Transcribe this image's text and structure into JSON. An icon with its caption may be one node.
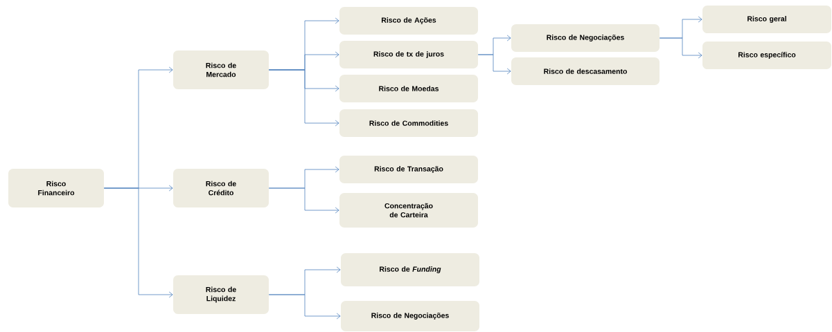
{
  "diagram": {
    "nodes": [
      {
        "text": [
          "Risco Financeiro"
        ]
      },
      {
        "text": [
          "Risco de Mercado"
        ]
      },
      {
        "text": [
          "Risco de Crédito"
        ]
      },
      {
        "text": [
          "Risco de Liquidez"
        ]
      },
      {
        "text": [
          "Risco de Ações"
        ]
      },
      {
        "text": [
          "Risco de tx de juros"
        ]
      },
      {
        "text": [
          "Risco de Moedas"
        ]
      },
      {
        "text": [
          "Risco de Commodities"
        ]
      },
      {
        "text": [
          "Risco de Transação"
        ]
      },
      {
        "text": [
          "Concentração de Carteira"
        ]
      },
      {
        "text": [
          "Risco de *Funding*"
        ]
      },
      {
        "text": [
          "Risco de Negociações"
        ]
      },
      {
        "text": [
          "Risco de Negociações"
        ]
      },
      {
        "text": [
          "Risco de descasamento"
        ]
      },
      {
        "text": [
          "Risco geral"
        ]
      },
      {
        "text": [
          "Risco específico"
        ]
      }
    ],
    "edges": [
      {
        "from": 0,
        "to": 1,
        "arrow": "to"
      },
      {
        "from": 0,
        "to": 2,
        "arrow": "to"
      },
      {
        "from": 0,
        "to": 3,
        "arrow": "to"
      },
      {
        "from": 1,
        "to": 4,
        "arrow": "to"
      },
      {
        "from": 1,
        "to": 5,
        "arrow": "to"
      },
      {
        "from": 1,
        "to": 6,
        "arrow": "to"
      },
      {
        "from": 1,
        "to": 7,
        "arrow": "to"
      },
      {
        "from": 2,
        "to": 8,
        "arrow": "to"
      },
      {
        "from": 2,
        "to": 9,
        "arrow": "to"
      },
      {
        "from": 3,
        "to": 10,
        "arrow": "to"
      },
      {
        "from": 3,
        "to": 11,
        "arrow": "to"
      },
      {
        "from": 5,
        "to": 12,
        "arrow": "to"
      },
      {
        "from": 5,
        "to": 13,
        "arrow": "to"
      },
      {
        "from": 12,
        "to": 14,
        "arrow": "to"
      },
      {
        "from": 12,
        "to": 15,
        "arrow": "to"
      }
    ]
  }
}
